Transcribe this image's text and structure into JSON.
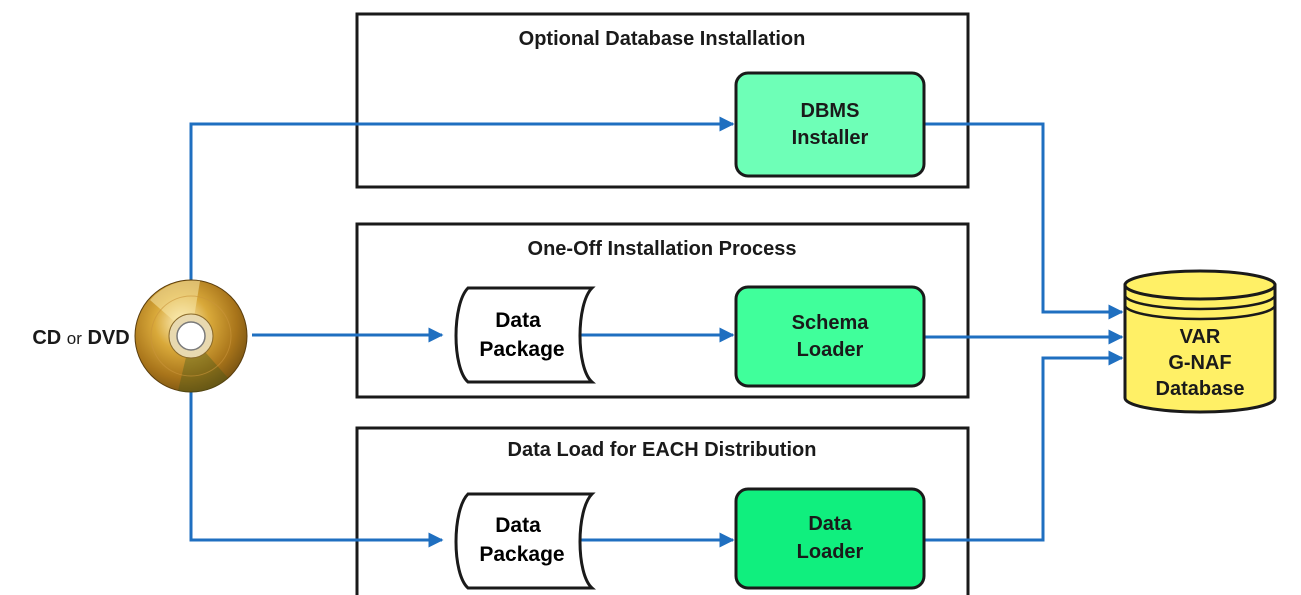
{
  "sections": {
    "optional": {
      "title": "Optional Database Installation"
    },
    "oneoff": {
      "title": "One-Off Installation Process"
    },
    "dataload": {
      "title": "Data Load for EACH Distribution"
    }
  },
  "processes": {
    "dbms_installer": {
      "line1": "DBMS",
      "line2": "Installer",
      "color": "#6effb7"
    },
    "schema_loader": {
      "line1": "Schema",
      "line2": "Loader",
      "color": "#40ff9b"
    },
    "data_loader": {
      "line1": "Data",
      "line2": "Loader",
      "color": "#10ef7e"
    }
  },
  "packages": {
    "pkg1": {
      "line1": "Data",
      "line2": "Package"
    },
    "pkg2": {
      "line1": "Data",
      "line2": "Package"
    }
  },
  "database": {
    "line1": "VAR",
    "line2": "G-NAF",
    "line3": "Database",
    "color": "#fff066"
  },
  "media": {
    "cd": "CD",
    "or": "or",
    "dvd": "DVD"
  },
  "colors": {
    "connector": "#1f6fc0",
    "border": "#1a1a1a"
  }
}
